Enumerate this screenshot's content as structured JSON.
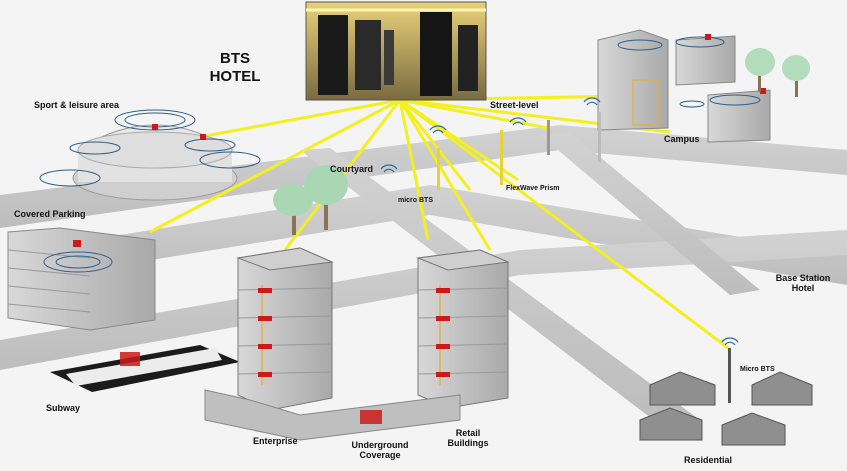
{
  "title": {
    "line1": "BTS",
    "line2": "HOTEL"
  },
  "labels": {
    "sport": "Sport & leisure area",
    "street": "Street-level",
    "campus": "Campus",
    "courtyard": "Courtyard",
    "covered_parking": "Covered Parking",
    "micro_bts_street": "micro BTS",
    "flexiwave": "FlexWave Prism",
    "base_station_line1": "Base Station",
    "base_station_line2": "Hotel",
    "micro_bts_residential": "Micro BTS",
    "subway": "Subway",
    "enterprise": "Enterprise",
    "underground_line1": "Underground",
    "underground_line2": "Coverage",
    "retail_line1": "Retail",
    "retail_line2": "Buildings",
    "residential": "Residential"
  },
  "icons": {
    "server_room": "server-room-photo",
    "antenna": "antenna-icon",
    "tree": "tree-icon",
    "house": "house-icon"
  },
  "colors": {
    "link": "#f4ef1e",
    "road": "#c9c9c9",
    "building": "#bdbdbd",
    "antenna_red": "#cc1a1a",
    "ground": "#f4f4f4"
  }
}
